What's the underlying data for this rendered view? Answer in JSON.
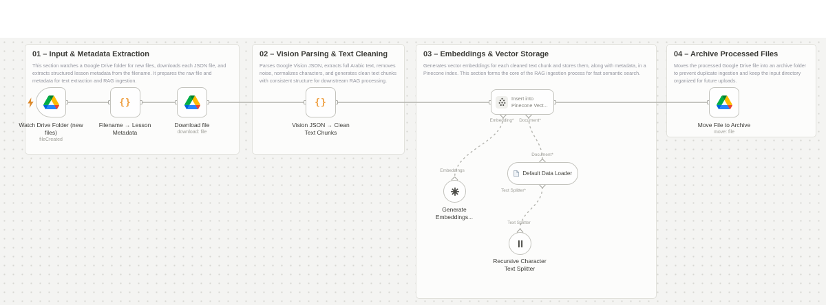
{
  "app": {
    "name": "workflow-canvas"
  },
  "colors": {
    "canvas_bg": "#f4f4f2",
    "dot": "#d7d7d2",
    "panel_bg": "#fcfcfb",
    "panel_border": "#e1e1db",
    "node_border": "#c3c3bd",
    "wire": "#b4b4ae",
    "text_dark": "#3c3c38",
    "text_gray": "#9496a0",
    "code_orange": "#ee9d3d",
    "bolt_orange": "#dd8a2c"
  },
  "sections": [
    {
      "title": "01 – Input & Metadata Extraction",
      "description": "This section watches a Google Drive folder for new files, downloads each JSON file, and extracts structured lesson metadata from the filename. It prepares the raw file and metadata for text extraction and RAG ingestion."
    },
    {
      "title": "02 – Vision Parsing & Text Cleaning",
      "description": "Parses Google Vision JSON, extracts full Arabic text, removes noise, normalizes characters, and generates clean text chunks with consistent structure for downstream RAG processing."
    },
    {
      "title": "03 – Embeddings & Vector Storage",
      "description": "Generates vector embeddings for each cleaned text chunk and stores them, along with metadata, in a Pinecone index. This section forms the core of the RAG ingestion process for fast semantic search."
    },
    {
      "title": "04 – Archive Processed Files",
      "description": "Moves the processed Google Drive file into an archive folder to prevent duplicate ingestion and keep the input directory organized for future uploads."
    }
  ],
  "nodes": {
    "watch_drive": {
      "label": "Watch Drive Folder (new files)",
      "sublabel": "fileCreated"
    },
    "filename_metadata": {
      "label": "Filename → Lesson Metadata"
    },
    "download_file": {
      "label": "Download file",
      "sublabel": "download: file"
    },
    "vision_clean": {
      "label": "Vision JSON → Clean Text Chunks"
    },
    "pinecone": {
      "label": "Insert into Pinecone Vect...",
      "port_embedding": "Embedding*",
      "port_document": "Document*"
    },
    "generate_embeddings": {
      "label": "Generate Embeddings...",
      "port_label": "Embeddings"
    },
    "data_loader": {
      "label": "Default Data Loader",
      "port_top": "Document*",
      "port_bottom": "Text Splitter*"
    },
    "text_splitter": {
      "label": "Recursive Character Text Splitter",
      "port_label": "Text Splitter"
    },
    "move_archive": {
      "label": "Move File to Archive",
      "sublabel": "move: file"
    }
  }
}
